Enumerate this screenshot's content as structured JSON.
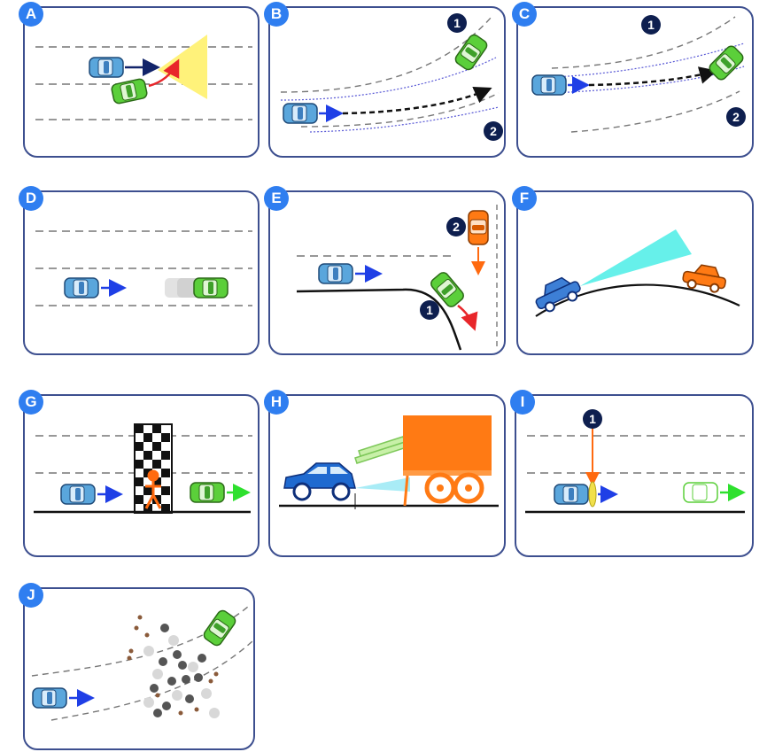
{
  "colors": {
    "panel_border": "#3d4f8f",
    "badge": "#2f7ef0",
    "number_marker": "#0e1f4f",
    "ego_car": "#5aa6dc",
    "other_car": "#5bcf3a",
    "orange_vehicle": "#ff7a14",
    "ego_arrow": "#1f3fe6",
    "red_arrow": "#e8262a",
    "sensor_cone_yellow": "#fff27a",
    "sensor_cone_cyan": "#66f0ea",
    "pedestrian": "#ff6a10",
    "obstacle": "#f1e04a"
  },
  "panels": [
    {
      "key": "A",
      "label": "A",
      "icons": [
        "ego-car-icon",
        "other-car-icon",
        "sensor-cone-icon"
      ]
    },
    {
      "key": "B",
      "label": "B",
      "markers": [
        "1",
        "2"
      ]
    },
    {
      "key": "C",
      "label": "C",
      "markers": [
        "1",
        "2"
      ]
    },
    {
      "key": "D",
      "label": "D"
    },
    {
      "key": "E",
      "label": "E",
      "markers": [
        "2",
        "1"
      ]
    },
    {
      "key": "F",
      "label": "F"
    },
    {
      "key": "G",
      "label": "G"
    },
    {
      "key": "H",
      "label": "H"
    },
    {
      "key": "I",
      "label": "I",
      "markers": [
        "1"
      ]
    },
    {
      "key": "J",
      "label": "J"
    }
  ]
}
